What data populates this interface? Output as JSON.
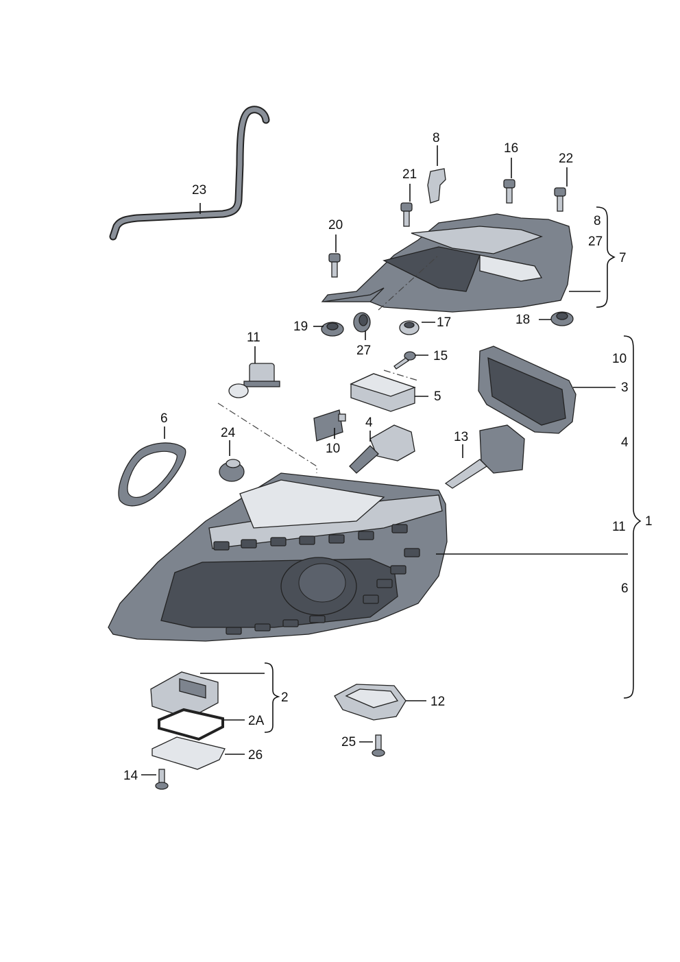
{
  "labels": {
    "l1": "1",
    "l2": "2",
    "l2a": "2A",
    "l3": "3",
    "l4": "4",
    "l4b": "4",
    "l5": "5",
    "l6": "6",
    "l6b": "6",
    "l7": "7",
    "l8": "8",
    "l8b": "8",
    "l10": "10",
    "l10b": "10",
    "l11": "11",
    "l11b": "11",
    "l12": "12",
    "l13": "13",
    "l14": "14",
    "l15": "15",
    "l16": "16",
    "l17": "17",
    "l18": "18",
    "l19": "19",
    "l20": "20",
    "l21": "21",
    "l22": "22",
    "l23": "23",
    "l24": "24",
    "l25": "25",
    "l26": "26",
    "l27": "27",
    "l27b": "27"
  }
}
